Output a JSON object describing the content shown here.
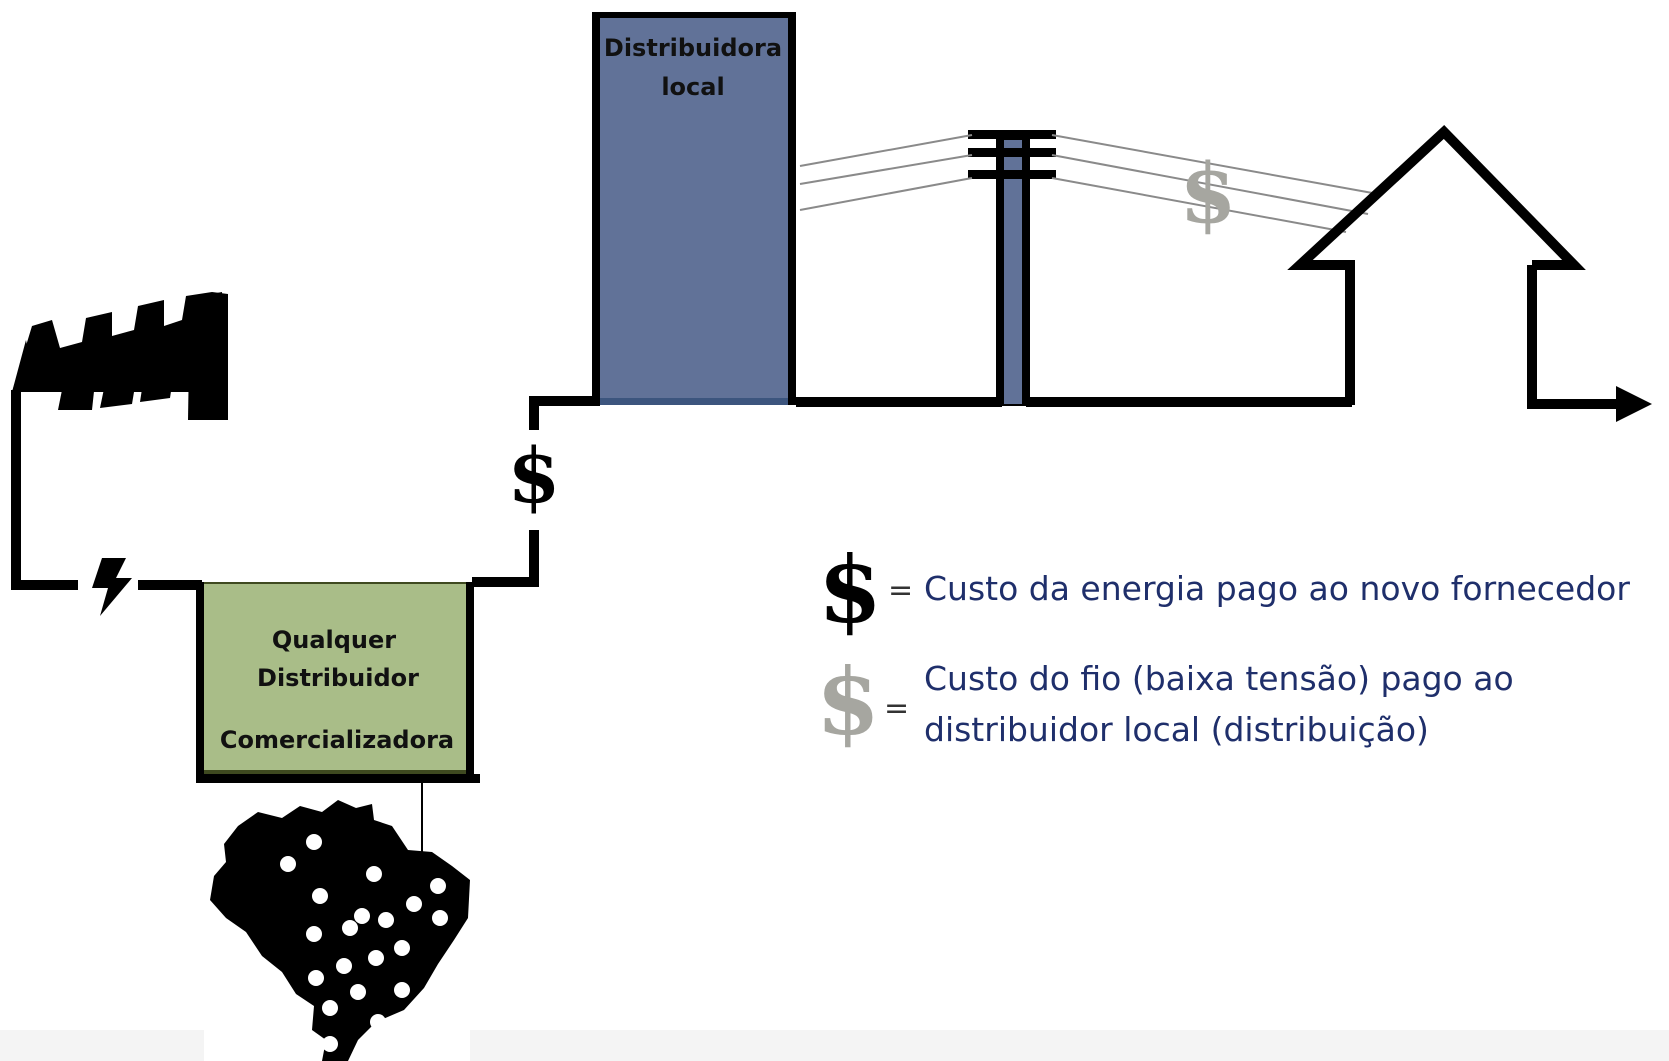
{
  "distributor_box": {
    "line1": "Distribuidora",
    "line2": "local",
    "fill_color": "#617298"
  },
  "trader_box": {
    "line1": "Qualquer",
    "line2": "Distribuidor",
    "line3": "Comercializadora",
    "fill_color": "#a9bd88",
    "border_color": "#3f4a20"
  },
  "symbols": {
    "energy_cost_symbol": "$",
    "wire_cost_symbol": "$",
    "lightning_icon": "lightning-bolt",
    "factory_icon": "factory",
    "house_icon": "house",
    "map_icon": "brazil-map",
    "energy_cost_color": "#000000",
    "wire_cost_color": "#a6a6a0"
  },
  "legend": {
    "items": [
      {
        "symbol": "$",
        "equals": "=",
        "lines": [
          "Custo da energia pago ao novo fornecedor"
        ]
      },
      {
        "symbol": "$",
        "equals": "=",
        "lines": [
          "Custo do fio (baixa tensão) pago ao",
          "distribuidor local (distribuição)"
        ]
      }
    ],
    "text_color": "#1f2f6b"
  }
}
